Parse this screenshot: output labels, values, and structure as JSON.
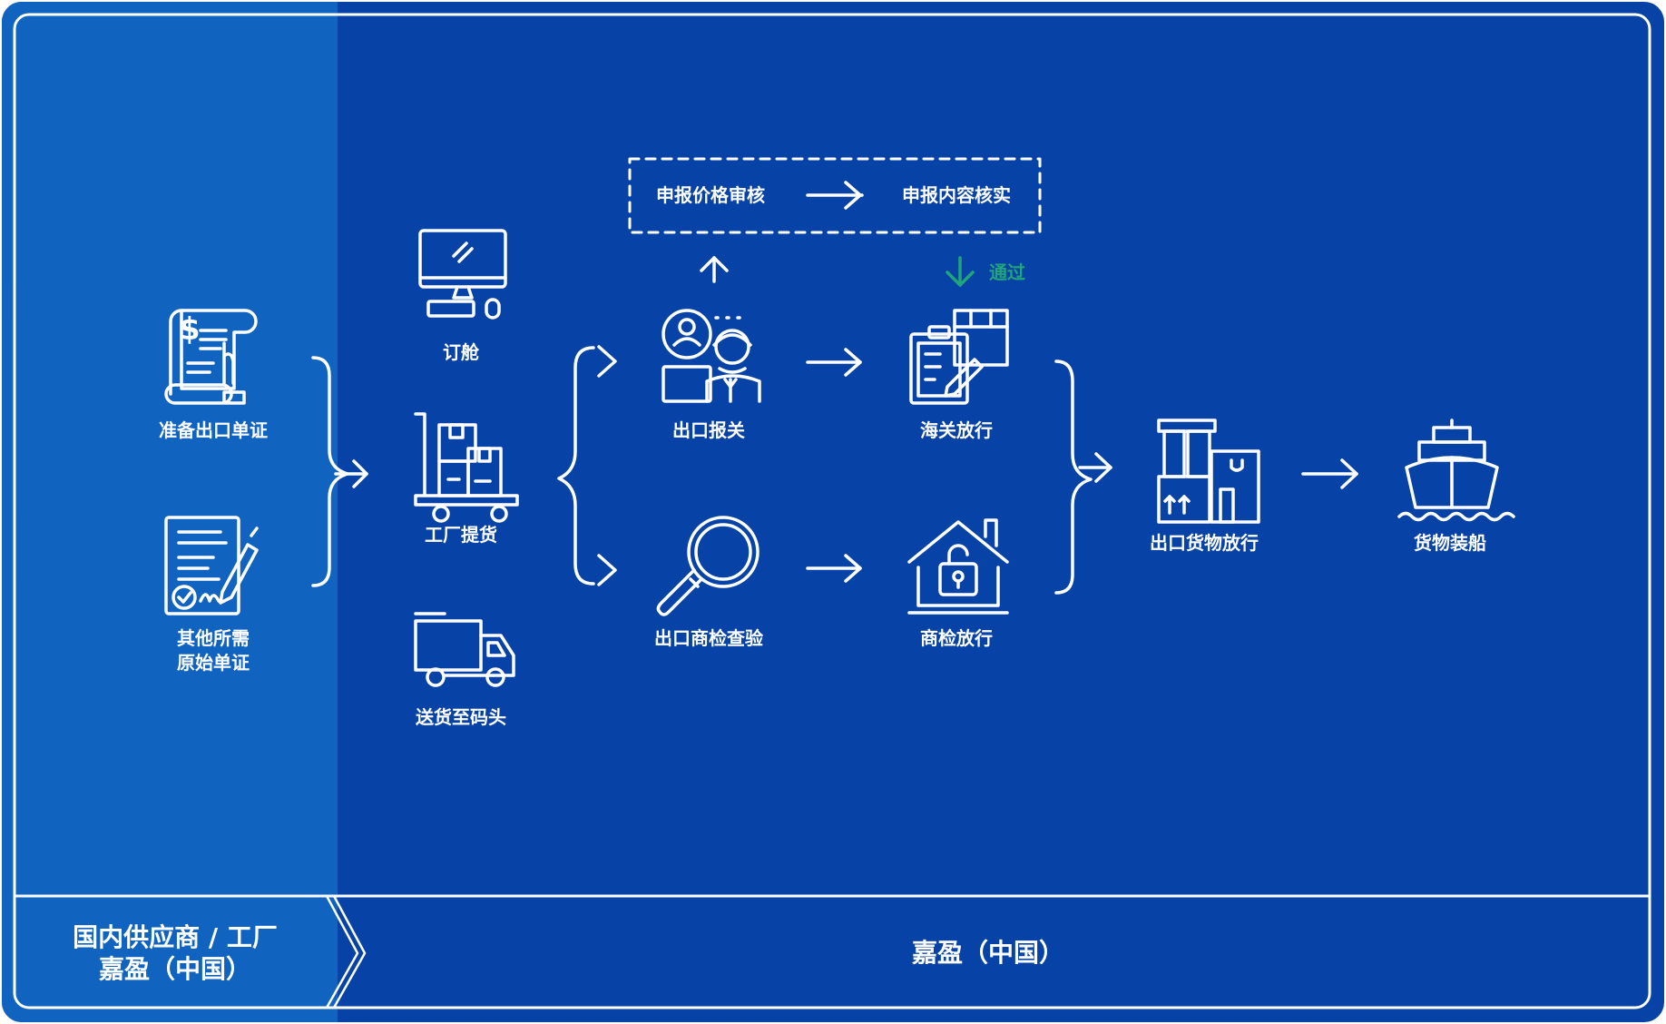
{
  "stages": {
    "prepare_docs": "准备出口单证",
    "other_docs_line1": "其他所需",
    "other_docs_line2": "原始单证",
    "booking": "订舱",
    "factory_pickup": "工厂提货",
    "deliver_to_dock": "送货至码头",
    "export_declaration": "出口报关",
    "export_inspection": "出口商检查验",
    "customs_release": "海关放行",
    "inspection_release": "商检放行",
    "export_goods_release": "出口货物放行",
    "goods_loading": "货物装船"
  },
  "review_box": {
    "price_review": "申报价格审核",
    "content_verify": "申报内容核实",
    "pass_label": "通过"
  },
  "footer": {
    "left_line1": "国内供应商 / 工厂",
    "left_line2": "嘉盈（中国）",
    "right": "嘉盈（中国）"
  },
  "colors": {
    "main_bg": "#0743a6",
    "left_bg": "#1163c0",
    "pass": "#1fa57a",
    "line": "#ffffff"
  }
}
